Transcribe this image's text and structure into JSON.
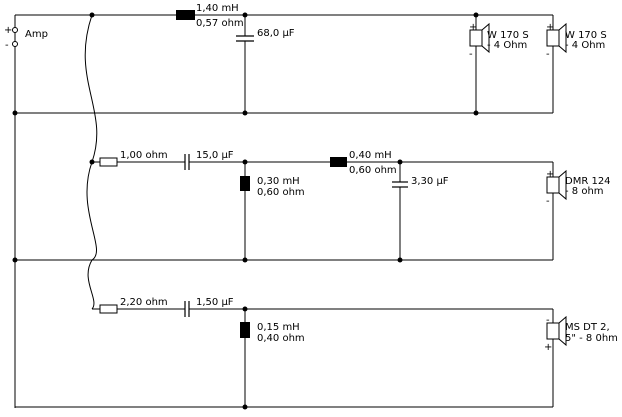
{
  "source": {
    "label": "Amp",
    "plus_sign": "+",
    "minus_sign": "-"
  },
  "woofer_section": {
    "inductor": {
      "value": "1,40 mH",
      "resistance": "0,57 ohm"
    },
    "capacitor": {
      "value": "68,0 µF"
    },
    "speaker_1": {
      "name": "W 170 S",
      "impedance": "- 4 Ohm",
      "plus": "+",
      "minus": "-"
    },
    "speaker_2": {
      "name": "W 170 S",
      "impedance": "- 4 Ohm",
      "plus": "+",
      "minus": "-"
    }
  },
  "midrange_section": {
    "series_resistor": {
      "value": "1,00 ohm"
    },
    "series_capacitor": {
      "value": "15,0 µF"
    },
    "shunt_inductor": {
      "value": "0,30 mH",
      "resistance": "0,60 ohm"
    },
    "series_inductor": {
      "value": "0,40 mH",
      "resistance": "0,60 ohm"
    },
    "shunt_capacitor": {
      "value": "3,30 µF"
    },
    "speaker": {
      "name": "DMR 124",
      "impedance": "- 8 ohm",
      "plus": "+",
      "minus": "-"
    }
  },
  "tweeter_section": {
    "series_resistor": {
      "value": "2,20 ohm"
    },
    "series_capacitor": {
      "value": "1,50 µF"
    },
    "shunt_inductor": {
      "value": "0,15 mH",
      "resistance": "0,40 ohm"
    },
    "speaker": {
      "name": "MS  DT 2,",
      "impedance": "5\" - 8 0hm",
      "plus": "+",
      "minus": "-"
    }
  }
}
